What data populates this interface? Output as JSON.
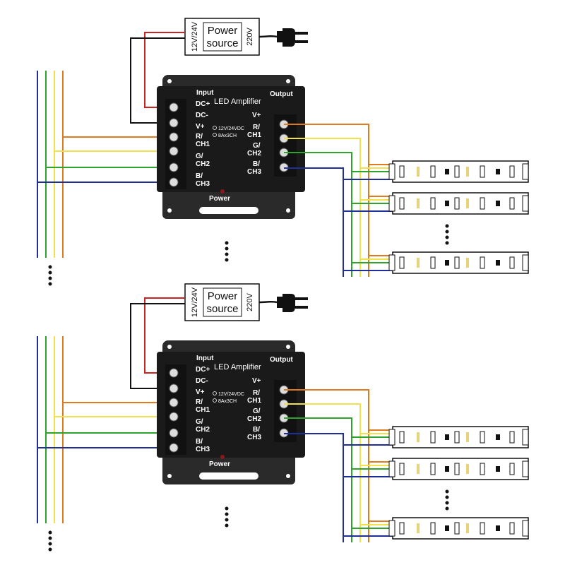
{
  "colors": {
    "red": "#cc2222",
    "green": "#2ea32e",
    "blue": "#1f2f99",
    "orange": "#e07a1f",
    "yellow": "#f2e14a",
    "black": "#111111",
    "amp_body": "#2a2a2a",
    "amp_panel": "#1a1a1a"
  },
  "units": [
    {
      "power_source": {
        "line1": "Power",
        "line2": "source",
        "input_voltage": "12V/24V",
        "mains_voltage": "220V"
      },
      "amplifier": {
        "input_label": "Input",
        "output_label": "Output",
        "title": "LED Amplifier",
        "rating_voltage": "12V/24VDC",
        "rating_current": "8Ax3CH",
        "power_label": "Power",
        "input_terminals": [
          "DC+",
          "DC-",
          "V+",
          "R/",
          "CH1",
          "G/",
          "CH2",
          "B/",
          "CH3"
        ],
        "output_terminals": [
          "V+",
          "R/",
          "CH1",
          "G/",
          "CH2",
          "B/",
          "CH3"
        ]
      }
    },
    {
      "power_source": {
        "line1": "Power",
        "line2": "source",
        "input_voltage": "12V/24V",
        "mains_voltage": "220V"
      },
      "amplifier": {
        "input_label": "Input",
        "output_label": "Output",
        "title": "LED Amplifier",
        "rating_voltage": "12V/24VDC",
        "rating_current": "8Ax3CH",
        "power_label": "Power",
        "input_terminals": [
          "DC+",
          "DC-",
          "V+",
          "R/",
          "CH1",
          "G/",
          "CH2",
          "B/",
          "CH3"
        ],
        "output_terminals": [
          "V+",
          "R/",
          "CH1",
          "G/",
          "CH2",
          "B/",
          "CH3"
        ]
      }
    }
  ]
}
